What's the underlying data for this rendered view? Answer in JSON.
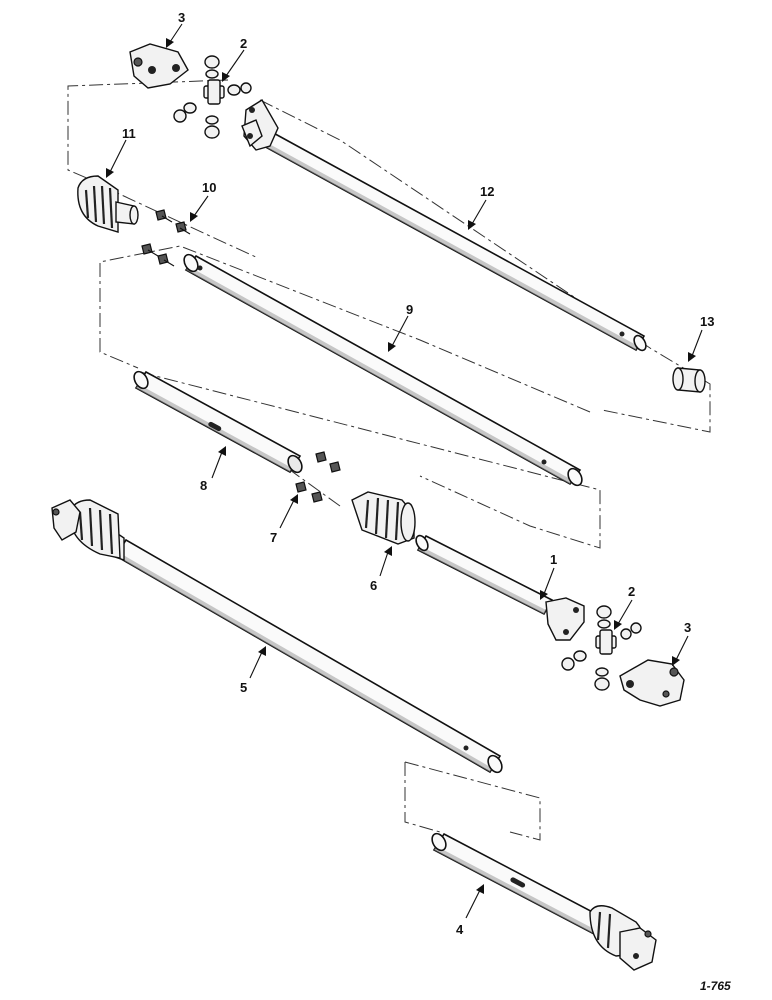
{
  "figure": {
    "id_label": "1-765"
  },
  "callouts": {
    "c1": "1",
    "c2_top": "2",
    "c2_bottom": "2",
    "c3_top": "3",
    "c3_bottom": "3",
    "c4": "4",
    "c5": "5",
    "c6": "6",
    "c7": "7",
    "c8": "8",
    "c9": "9",
    "c10": "10",
    "c11": "11",
    "c12": "12",
    "c13": "13"
  },
  "icons": {
    "yoke": "yoke-icon",
    "cross_bearing": "cross-bearing-icon",
    "shield_cone": "shield-cone-icon",
    "tube": "tube-icon",
    "bushing": "bushing-icon",
    "bolt": "bolt-icon"
  }
}
